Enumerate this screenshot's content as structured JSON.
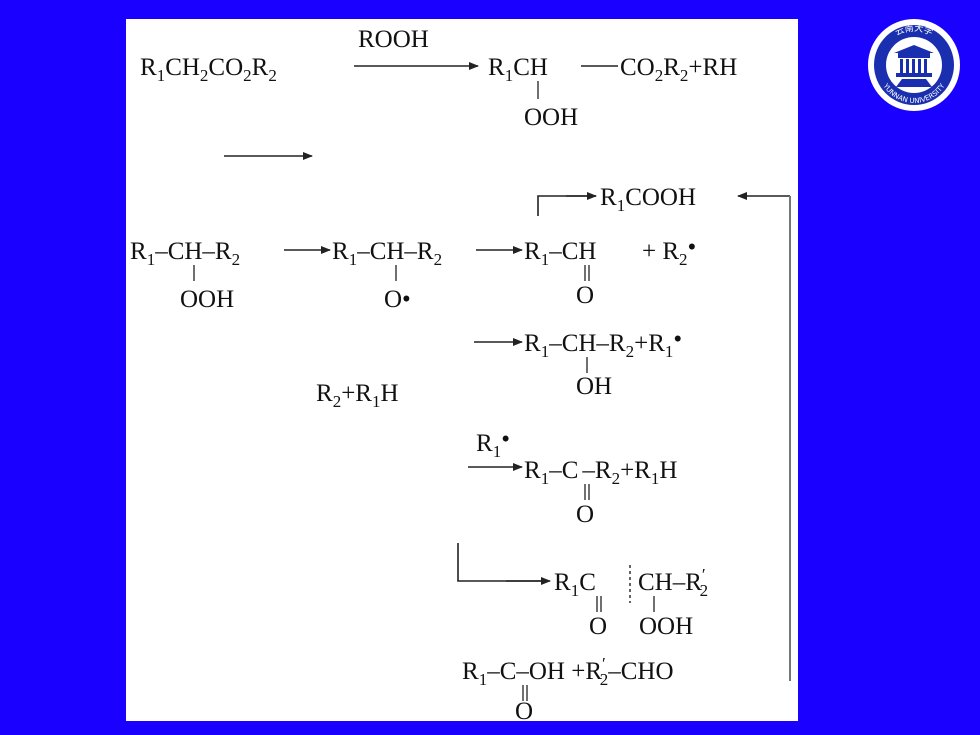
{
  "logo": {
    "text_top": "云南大学",
    "text_bottom": "YUNNAN UNIVERSITY",
    "ring_color": "#ffffff",
    "inner_color": "#1a2fb0"
  },
  "colors": {
    "background": "#1a00ff",
    "panel": "#ffffff",
    "ink": "#111111"
  },
  "reaction1": {
    "reactant": [
      "R",
      "1",
      "CH",
      "2",
      "CO",
      "2",
      "R",
      "2"
    ],
    "reagent": "ROOH",
    "product_left": [
      "R",
      "1",
      "CH"
    ],
    "product_right": [
      "CO",
      "2",
      "R",
      "2",
      "+RH"
    ],
    "substituent": "OOH"
  },
  "chain": {
    "a_left": [
      "R",
      "1",
      "–CH–R",
      "2"
    ],
    "a_sub": "OOH",
    "b_left": [
      "R",
      "1",
      "–CH–R",
      "2"
    ],
    "b_sub": "O•",
    "c_left": [
      "R",
      "1",
      "–CH"
    ],
    "c_sub": "O",
    "c_plus": [
      "+ R",
      "2",
      "•"
    ]
  },
  "acid_branch": [
    "R",
    "1",
    "COOH"
  ],
  "alcohol_branch": {
    "text": [
      "R",
      "1",
      "–CH–R",
      "2",
      "+R",
      "1",
      "•"
    ],
    "sub": "OH"
  },
  "side_product": [
    "R",
    "2",
    "+R",
    "1",
    "H"
  ],
  "ketone_branch": {
    "reagent": [
      "R",
      "1",
      "•"
    ],
    "text_a": [
      "R",
      "1",
      "–C",
      "–R",
      "2",
      "+R",
      "1",
      "H"
    ],
    "sub": "O"
  },
  "hydroperoxide_branch": {
    "text_a": [
      "R",
      "1",
      "C"
    ],
    "text_b": [
      "CH–R",
      "′",
      "2"
    ],
    "sub_a": "O",
    "sub_b": "OOH"
  },
  "final": {
    "text_a": [
      "R",
      "1",
      "–C",
      "–OH  +R",
      "′",
      "2",
      "–CHO"
    ],
    "sub": "O"
  }
}
